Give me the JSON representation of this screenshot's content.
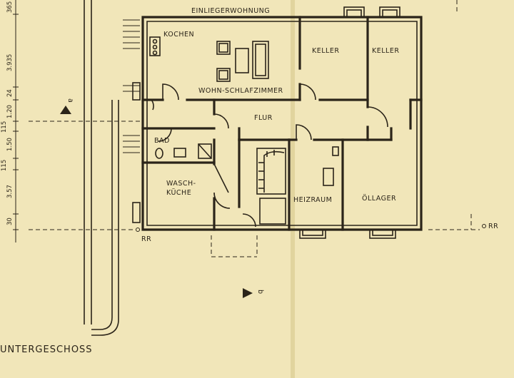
{
  "floor_title": "UNTERGESCHOSS",
  "annex_label": "EINLIEGERWOHNUNG",
  "rooms": {
    "kochen": "KOCHEN",
    "wohn": "WOHN-SCHLAFZIMMER",
    "keller1": "KELLER",
    "keller2": "KELLER",
    "flur": "FLUR",
    "bad": "BAD",
    "wasch1": "WASCH-",
    "wasch2": "KÜCHE",
    "heiz": "HEIZRAUM",
    "oel": "ÖLLAGER"
  },
  "dimensions": [
    "365",
    "3.935",
    "24",
    "1.20",
    "115",
    "1.50",
    "115",
    "3.57",
    "30"
  ],
  "markers": {
    "section_a": "a",
    "section_b": "b",
    "rr_left": "RR",
    "rr_right": "RR"
  },
  "colors": {
    "paper": "#f1e6b9",
    "ink": "#2b2419"
  }
}
